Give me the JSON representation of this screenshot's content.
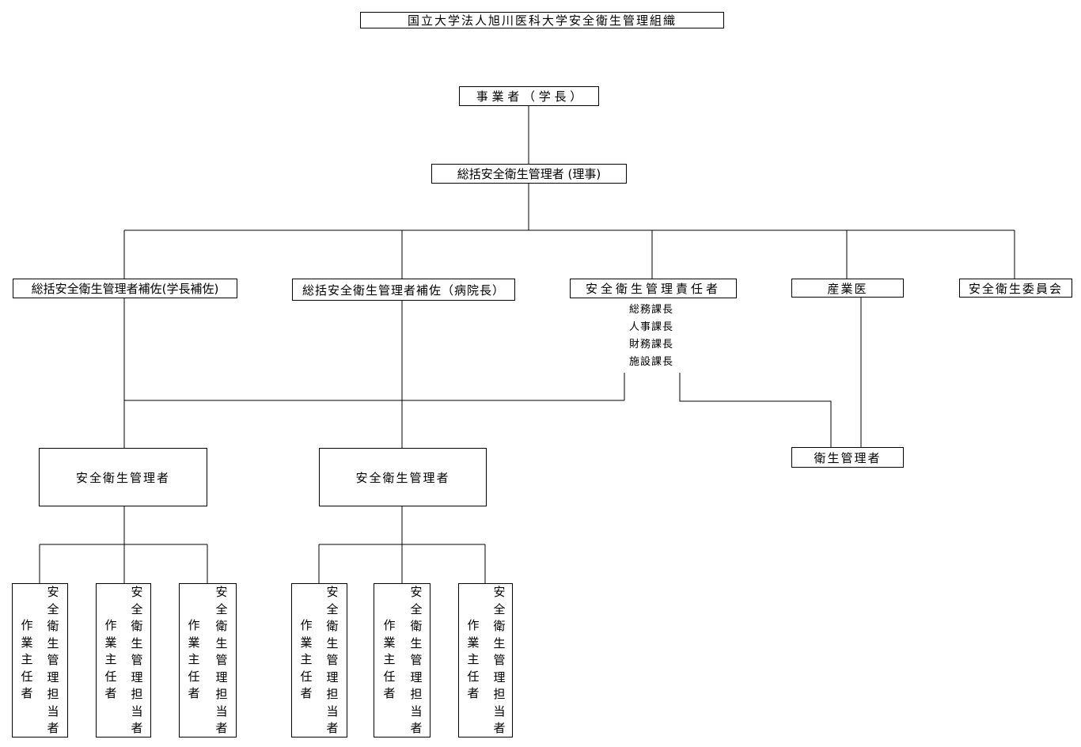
{
  "title": "国立大学法人旭川医科大学安全衛生管理組織",
  "employer": "事 業 者 （ 学 長 ）",
  "general_manager": "総括安全衛生管理者 (理事)",
  "assistant_president": "総括安全衛生管理者補佐(学長補佐)",
  "assistant_hospital": "総括安全衛生管理者補佐（病院長）",
  "responsible": {
    "label": "安全衛生管理責任者",
    "members": [
      "総務課長",
      "人事課長",
      "財務課長",
      "施設課長"
    ]
  },
  "industrial_physician": "産業医",
  "committee": "安全衛生委員会",
  "health_manager": "衛生管理者",
  "safety_managers": [
    "安全衛生管理者",
    "安全衛生管理者"
  ],
  "workers": [
    {
      "chief": "作業主任者",
      "staff": "安全衛生管理担当者"
    },
    {
      "chief": "作業主任者",
      "staff": "安全衛生管理担当者"
    },
    {
      "chief": "作業主任者",
      "staff": "安全衛生管理担当者"
    },
    {
      "chief": "作業主任者",
      "staff": "安全衛生管理担当者"
    },
    {
      "chief": "作業主任者",
      "staff": "安全衛生管理担当者"
    },
    {
      "chief": "作業主任者",
      "staff": "安全衛生管理担当者"
    }
  ]
}
